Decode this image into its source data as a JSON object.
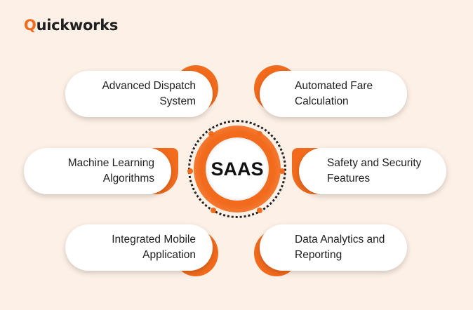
{
  "brand": {
    "logo_mark": "Q",
    "logo_rest": "uickworks",
    "accent": "#f26b1d"
  },
  "center": {
    "label": "SAAS"
  },
  "features": [
    {
      "line1": "Advanced Dispatch",
      "line2": "System"
    },
    {
      "line1": "Automated Fare",
      "line2": "Calculation"
    },
    {
      "line1": "Machine Learning",
      "line2": "Algorithms"
    },
    {
      "line1": "Safety and Security",
      "line2": "Features"
    },
    {
      "line1": "Integrated Mobile",
      "line2": "Application"
    },
    {
      "line1": "Data Analytics and",
      "line2": "Reporting"
    }
  ]
}
